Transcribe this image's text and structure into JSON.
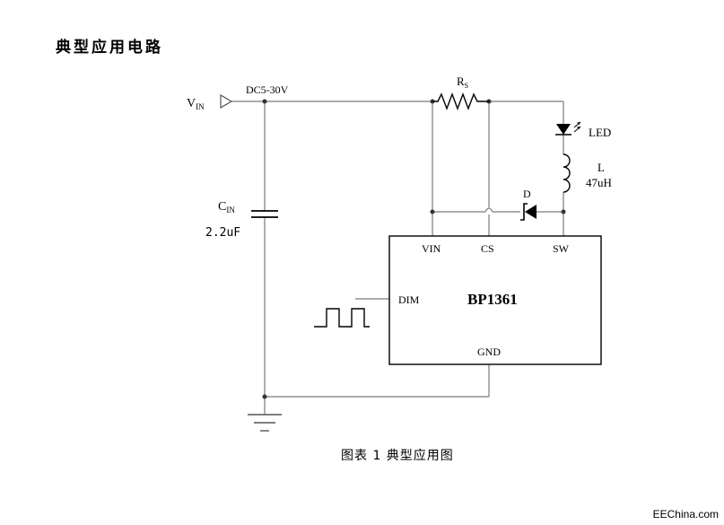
{
  "title": "典型应用电路",
  "caption": "图表 1 典型应用图",
  "watermark": "EEChina.com",
  "labels": {
    "vin_main": "V",
    "vin_sub": "IN",
    "supply": "DC5-30V",
    "rs_main": "R",
    "rs_sub": "S",
    "led": "LED",
    "inductor_name": "L",
    "inductor_value": "47uH",
    "diode": "D",
    "cin_main": "C",
    "cin_sub": "IN",
    "cin_value": "2.2uF",
    "chip_name": "BP1361",
    "pin_vin": "VIN",
    "pin_cs": "CS",
    "pin_sw": "SW",
    "pin_dim": "DIM",
    "pin_gnd": "GND"
  },
  "colors": {
    "wire": "#7a7a7a",
    "ink": "#000000"
  }
}
